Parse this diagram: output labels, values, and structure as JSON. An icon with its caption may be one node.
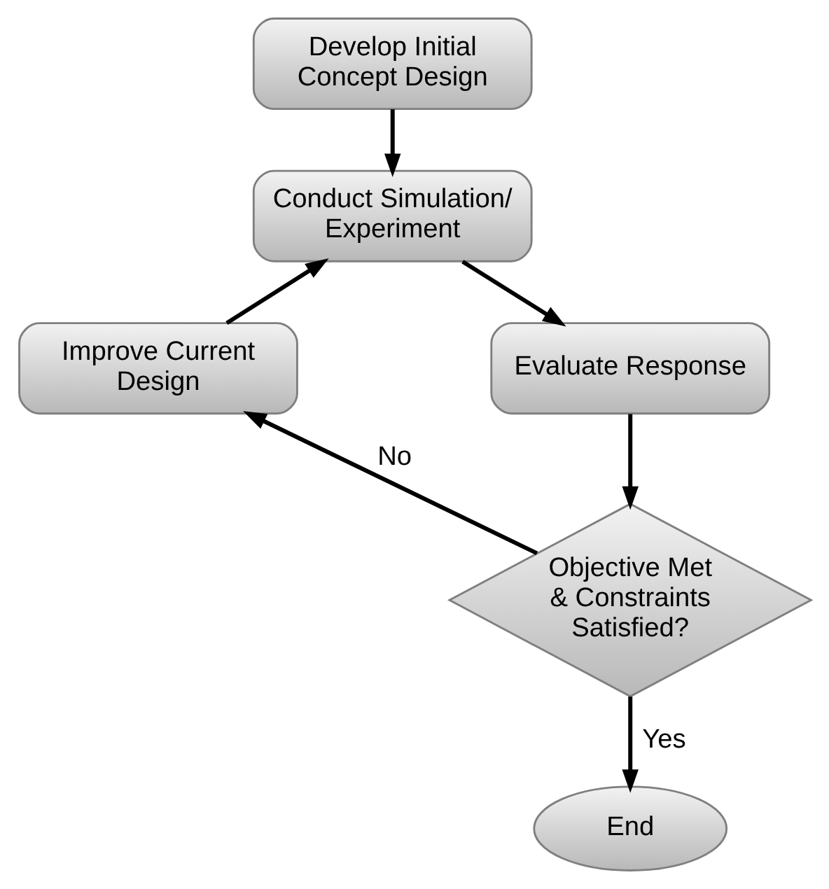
{
  "diagram": {
    "nodes": [
      {
        "text": [
          "Develop Initial Concept Design"
        ]
      },
      {
        "text": [
          "Conduct Simulation/ Experiment"
        ]
      },
      {
        "text": [
          "Improve Current Design"
        ]
      },
      {
        "text": [
          "Evaluate Response"
        ]
      },
      {
        "text": [
          "Objective Met & Constraints Satisfied?"
        ]
      },
      {
        "text": [
          "End"
        ]
      }
    ],
    "edges": [
      {
        "from": 0,
        "to": 1,
        "arrow": "to"
      },
      {
        "from": 1,
        "to": 3,
        "arrow": "to"
      },
      {
        "from": 3,
        "to": 4,
        "arrow": "to"
      },
      {
        "from": 4,
        "to": 2,
        "arrow": "to",
        "label": "No"
      },
      {
        "from": 2,
        "to": 1,
        "arrow": "to"
      },
      {
        "from": 4,
        "to": 5,
        "arrow": "to",
        "label": "Yes"
      }
    ]
  }
}
